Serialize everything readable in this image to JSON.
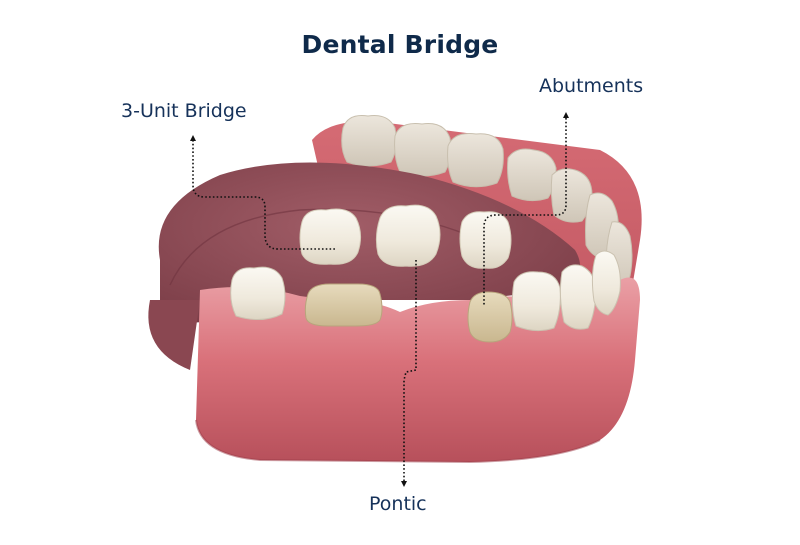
{
  "title": "Dental Bridge",
  "labels": {
    "bridge": "3-Unit Bridge",
    "abutments": "Abutments",
    "pontic": "Pontic"
  },
  "colors": {
    "title": "#0f2a4a",
    "label": "#16325a",
    "gum": "#d9717a",
    "gum_dark": "#b24a55",
    "tongue": "#8d4a55",
    "tooth": "#f3efe6",
    "abutment": "#d6c6a2",
    "leader_line": "#111111"
  },
  "annotations": [
    {
      "label": "3-Unit Bridge",
      "target": "bridge crown (first unit)"
    },
    {
      "label": "Abutments",
      "target": "prepared abutment tooth"
    },
    {
      "label": "Pontic",
      "target": "middle crown"
    }
  ]
}
